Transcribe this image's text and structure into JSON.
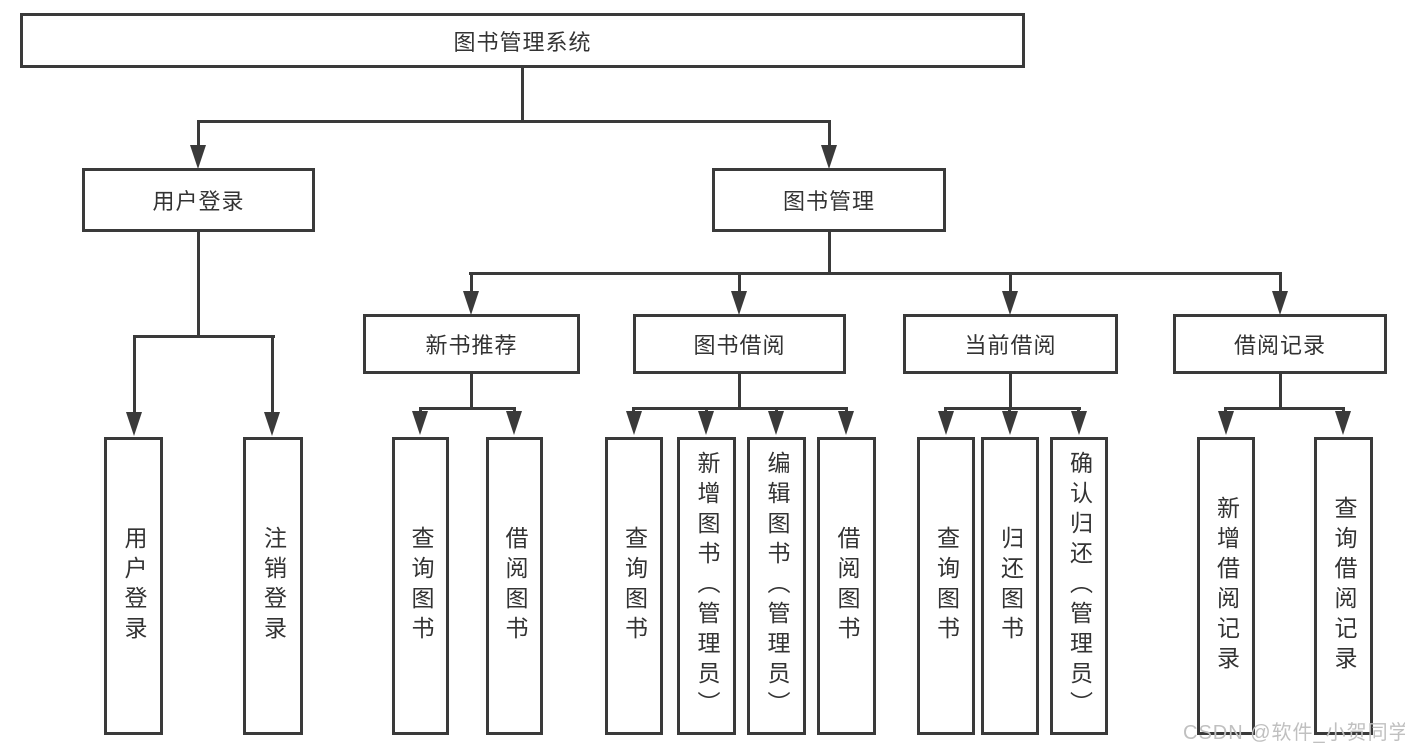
{
  "diagram": {
    "type": "tree",
    "root": {
      "label": "图书管理系统",
      "children": [
        {
          "label": "用户登录",
          "children": [
            {
              "label": "用户登录"
            },
            {
              "label": "注销登录"
            }
          ]
        },
        {
          "label": "图书管理",
          "children": [
            {
              "label": "新书推荐",
              "children": [
                {
                  "label": "查询图书"
                },
                {
                  "label": "借阅图书"
                }
              ]
            },
            {
              "label": "图书借阅",
              "children": [
                {
                  "label": "查询图书"
                },
                {
                  "label": "新增图书（管理员）"
                },
                {
                  "label": "编辑图书（管理员）"
                },
                {
                  "label": "借阅图书"
                }
              ]
            },
            {
              "label": "当前借阅",
              "children": [
                {
                  "label": "查询图书"
                },
                {
                  "label": "归还图书"
                },
                {
                  "label": "确认归还（管理员）"
                }
              ]
            },
            {
              "label": "借阅记录",
              "children": [
                {
                  "label": "新增借阅记录"
                },
                {
                  "label": "查询借阅记录"
                }
              ]
            }
          ]
        }
      ]
    },
    "colors": {
      "line": "#3a3a3a",
      "box_border": "#3a3a3a",
      "text": "#333333",
      "background": "#ffffff",
      "watermark": "#c0c0c0"
    }
  },
  "watermark": {
    "text": "CSDN @软件_小贺同学"
  }
}
